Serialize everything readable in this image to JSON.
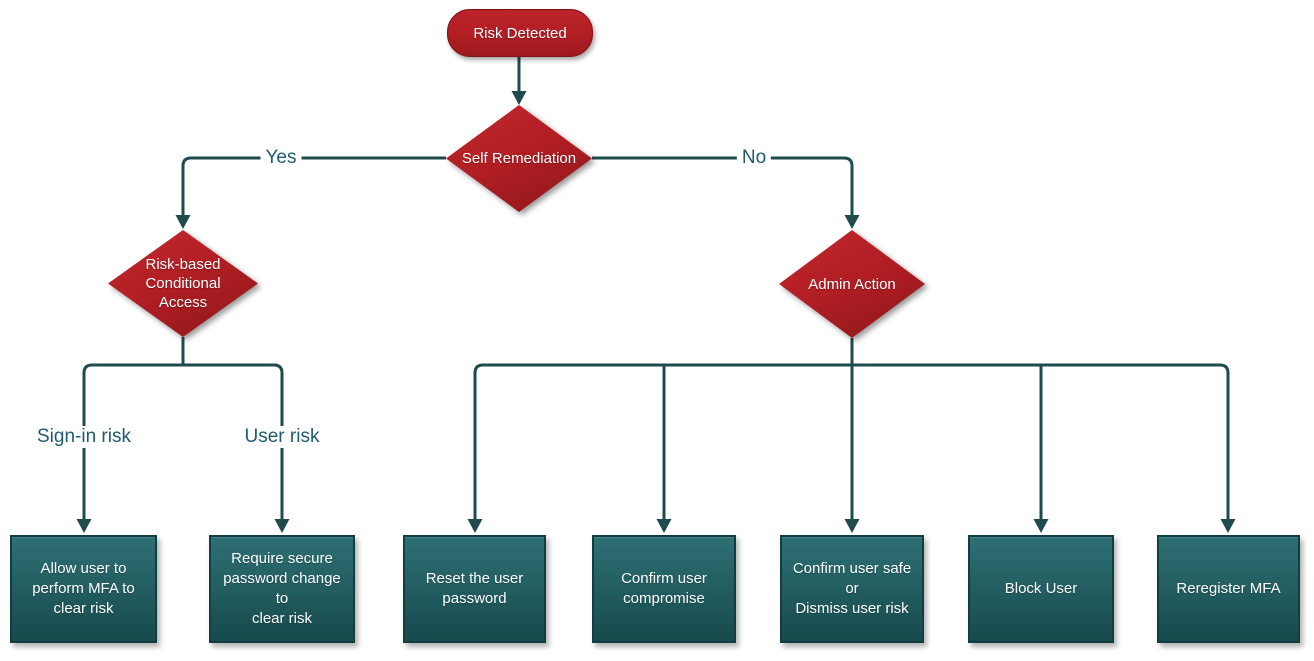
{
  "diagram": {
    "type": "flowchart",
    "topic": "Identity risk remediation decision flow",
    "nodes": {
      "risk_detected": {
        "label": "Risk Detected",
        "shape": "terminator",
        "fill": "#B01E23"
      },
      "self_remediation": {
        "label": "Self Remediation",
        "shape": "decision",
        "fill": "#B01E23"
      },
      "risk_based_conditional_access": {
        "label": "Risk-based\nConditional\nAccess",
        "shape": "decision",
        "fill": "#B01E23"
      },
      "admin_action": {
        "label": "Admin Action",
        "shape": "decision",
        "fill": "#B01E23"
      },
      "allow_mfa": {
        "label": "Allow user to\nperform MFA to\nclear risk",
        "shape": "process",
        "fill": "#2E7074"
      },
      "require_password_change": {
        "label": "Require secure\npassword change to\nclear risk",
        "shape": "process",
        "fill": "#2E7074"
      },
      "reset_password": {
        "label": "Reset the user\npassword",
        "shape": "process",
        "fill": "#2E7074"
      },
      "confirm_compromise": {
        "label": "Confirm user\ncompromise",
        "shape": "process",
        "fill": "#2E7074"
      },
      "confirm_safe_dismiss": {
        "label": "Confirm user safe or\nDismiss user risk",
        "shape": "process",
        "fill": "#2E7074"
      },
      "block_user": {
        "label": "Block User",
        "shape": "process",
        "fill": "#2E7074"
      },
      "reregister_mfa": {
        "label": "Reregister MFA",
        "shape": "process",
        "fill": "#2E7074"
      }
    },
    "edge_labels": {
      "yes": "Yes",
      "no": "No",
      "sign_in_risk": "Sign-in risk",
      "user_risk": "User risk"
    },
    "edges": [
      {
        "from": "risk_detected",
        "to": "self_remediation",
        "label": ""
      },
      {
        "from": "self_remediation",
        "to": "risk_based_conditional_access",
        "label": "Yes"
      },
      {
        "from": "self_remediation",
        "to": "admin_action",
        "label": "No"
      },
      {
        "from": "risk_based_conditional_access",
        "to": "allow_mfa",
        "label": "Sign-in risk"
      },
      {
        "from": "risk_based_conditional_access",
        "to": "require_password_change",
        "label": "User risk"
      },
      {
        "from": "admin_action",
        "to": "reset_password",
        "label": ""
      },
      {
        "from": "admin_action",
        "to": "confirm_compromise",
        "label": ""
      },
      {
        "from": "admin_action",
        "to": "confirm_safe_dismiss",
        "label": ""
      },
      {
        "from": "admin_action",
        "to": "block_user",
        "label": ""
      },
      {
        "from": "admin_action",
        "to": "reregister_mfa",
        "label": ""
      }
    ],
    "colors": {
      "decision_red": "#B01E23",
      "process_teal_top": "#2E7074",
      "process_teal_bottom": "#174A4D",
      "process_border": "#123D41",
      "connector": "#204B4E",
      "edge_label_text": "#1F5B6E",
      "node_text": "#FFFFFF",
      "background": "#FFFFFF"
    }
  }
}
